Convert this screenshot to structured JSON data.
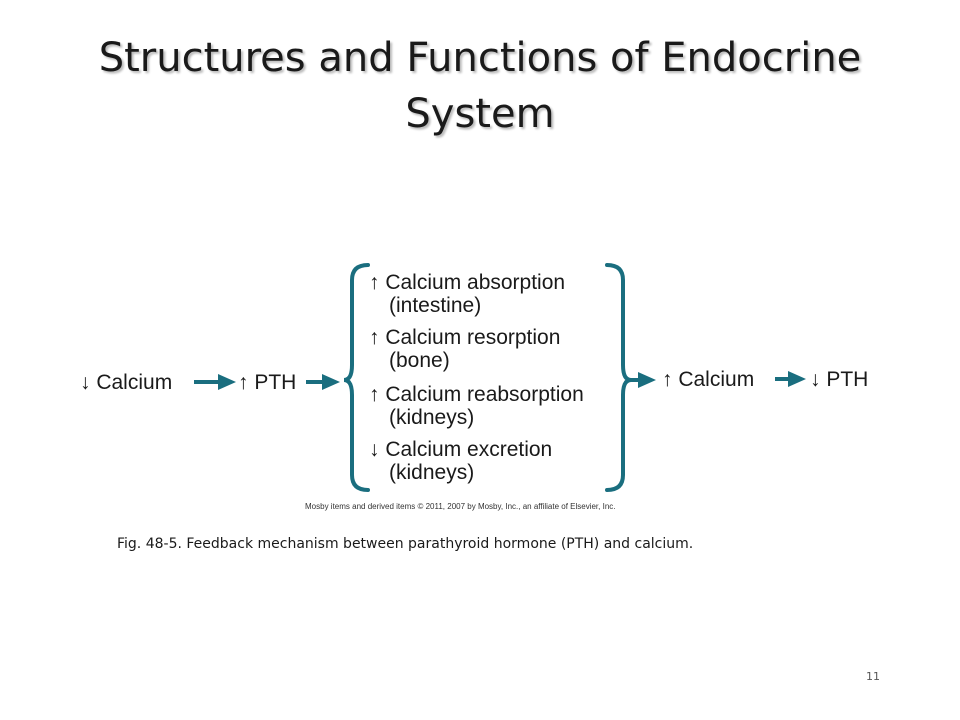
{
  "title": "Structures and Functions of Endocrine System",
  "diagram": {
    "left_chain": [
      "↓ Calcium",
      "↑ PTH"
    ],
    "effects": [
      {
        "line1": "↑ Calcium absorption",
        "line2": "(intestine)"
      },
      {
        "line1": "↑ Calcium resorption",
        "line2": "(bone)"
      },
      {
        "line1": "↑ Calcium reabsorption",
        "line2": "(kidneys)"
      },
      {
        "line1": "↓ Calcium excretion",
        "line2": "(kidneys)"
      }
    ],
    "right_chain": [
      "↑ Calcium",
      "↓ PTH"
    ],
    "accent_color": "#1a6e7f"
  },
  "credit": "Mosby items and derived items © 2011, 2007 by Mosby, Inc., an affiliate of Elsevier, Inc.",
  "caption": "Fig. 48-5. Feedback mechanism between parathyroid hormone (PTH) and calcium.",
  "page_number": "11"
}
